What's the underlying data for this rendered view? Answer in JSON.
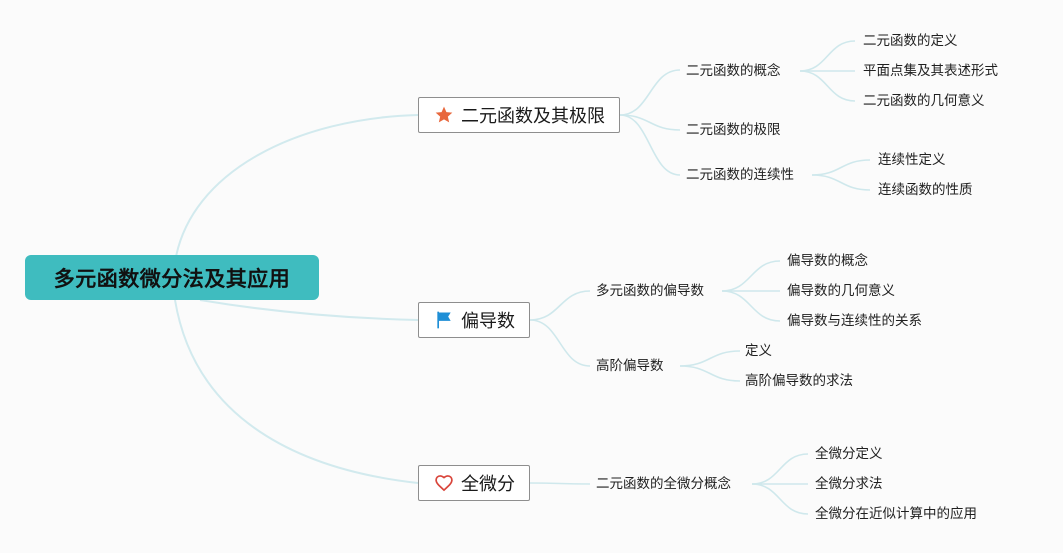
{
  "root": {
    "label": "多元函数微分法及其应用"
  },
  "branches": [
    {
      "label": "二元函数及其极限",
      "icon": "star-icon",
      "icon_color": "#e8673c",
      "topics": [
        {
          "label": "二元函数的概念",
          "subs": [
            "二元函数的定义",
            "平面点集及其表述形式",
            "二元函数的几何意义"
          ]
        },
        {
          "label": "二元函数的极限",
          "subs": []
        },
        {
          "label": "二元函数的连续性",
          "subs": [
            "连续性定义",
            "连续函数的性质"
          ]
        }
      ]
    },
    {
      "label": "偏导数",
      "icon": "flag-icon",
      "icon_color": "#1f8fd6",
      "topics": [
        {
          "label": "多元函数的偏导数",
          "subs": [
            "偏导数的概念",
            "偏导数的几何意义",
            "偏导数与连续性的关系"
          ]
        },
        {
          "label": "高阶偏导数",
          "subs": [
            "定义",
            "高阶偏导数的求法"
          ]
        }
      ]
    },
    {
      "label": "全微分",
      "icon": "heart-icon",
      "icon_color": "#d9453b",
      "topics": [
        {
          "label": "二元函数的全微分概念",
          "subs": [
            "全微分定义",
            "全微分求法",
            "全微分在近似计算中的应用"
          ]
        }
      ]
    }
  ],
  "colors": {
    "root_fill": "#3fbcbf",
    "link": "#cfe8ec"
  }
}
